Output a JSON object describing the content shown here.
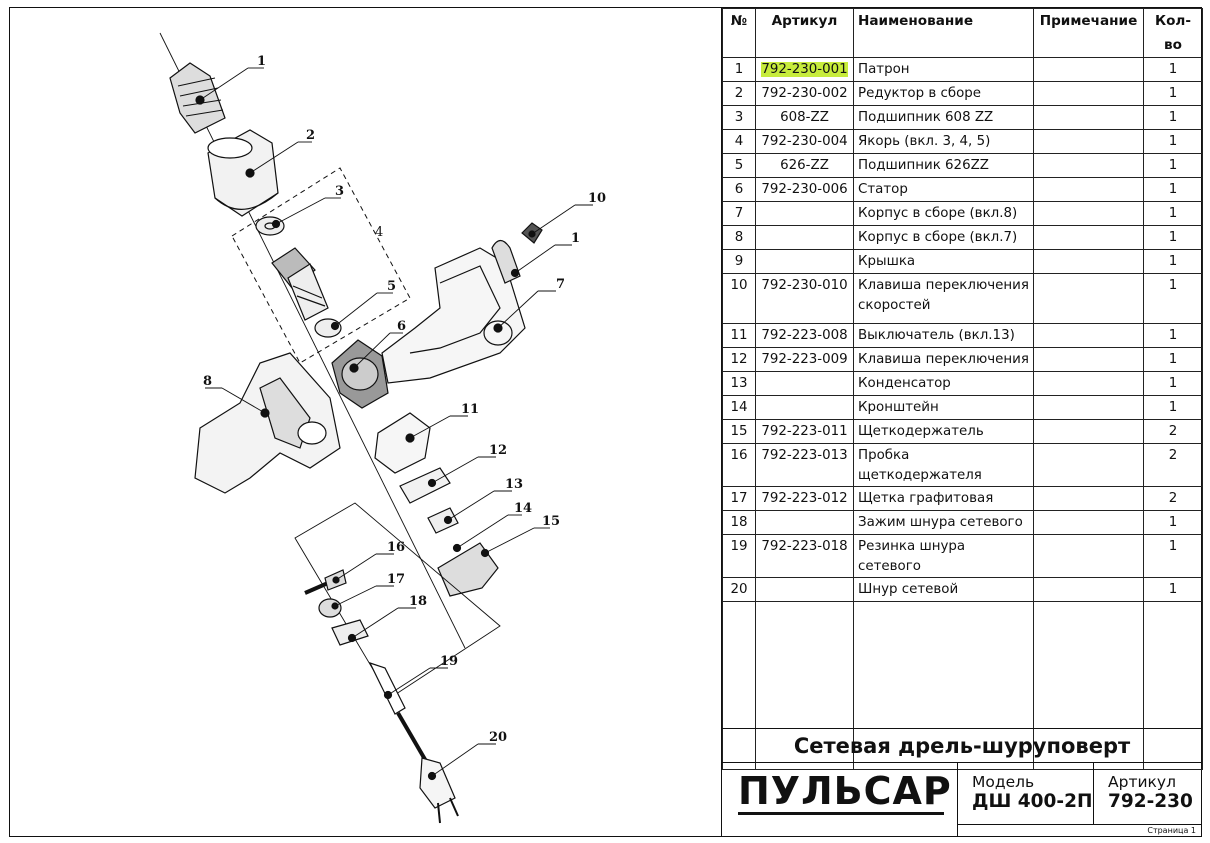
{
  "table": {
    "headers": {
      "num": "№",
      "article": "Артикул",
      "name": "Наименование",
      "note": "Примечание",
      "qty": "Кол-во"
    },
    "rows": [
      {
        "num": "1",
        "article": "792-230-001",
        "name": "Патрон",
        "note": "",
        "qty": "1"
      },
      {
        "num": "2",
        "article": "792-230-002",
        "name": "Редуктор в сборе",
        "note": "",
        "qty": "1"
      },
      {
        "num": "3",
        "article": "608-ZZ",
        "name": "Подшипник 608 ZZ",
        "note": "",
        "qty": "1"
      },
      {
        "num": "4",
        "article": "792-230-004",
        "name": "Якорь (вкл. 3, 4, 5)",
        "note": "",
        "qty": "1"
      },
      {
        "num": "5",
        "article": "626-ZZ",
        "name": "Подшипник 626ZZ",
        "note": "",
        "qty": "1"
      },
      {
        "num": "6",
        "article": "792-230-006",
        "name": "Статор",
        "note": "",
        "qty": "1"
      },
      {
        "num": "7",
        "article": "",
        "name": "Корпус в сборе (вкл.8)",
        "note": "",
        "qty": "1"
      },
      {
        "num": "8",
        "article": "",
        "name": "Корпус в сборе (вкл.7)",
        "note": "",
        "qty": "1"
      },
      {
        "num": "9",
        "article": "",
        "name": "Крышка",
        "note": "",
        "qty": "1"
      },
      {
        "num": "10",
        "article": "792-230-010",
        "name_line1": "Клавиша переключения",
        "name_line2": "скоростей",
        "note": "",
        "qty": "1"
      },
      {
        "num": "11",
        "article": "792-223-008",
        "name": "Выключатель (вкл.13)",
        "note": "",
        "qty": "1"
      },
      {
        "num": "12",
        "article": "792-223-009",
        "name": "Клавиша переключения",
        "note": "",
        "qty": "1"
      },
      {
        "num": "13",
        "article": "",
        "name": "Конденсатор",
        "note": "",
        "qty": "1"
      },
      {
        "num": "14",
        "article": "",
        "name": "Кронштейн",
        "note": "",
        "qty": "1"
      },
      {
        "num": "15",
        "article": "792-223-011",
        "name": "Щеткодержатель",
        "note": "",
        "qty": "2"
      },
      {
        "num": "16",
        "article": "792-223-013",
        "name": "Пробка щеткодержателя",
        "note": "",
        "qty": "2"
      },
      {
        "num": "17",
        "article": "792-223-012",
        "name": "Щетка графитовая",
        "note": "",
        "qty": "2"
      },
      {
        "num": "18",
        "article": "",
        "name": "Зажим шнура сетевого",
        "note": "",
        "qty": "1"
      },
      {
        "num": "19",
        "article": "792-223-018",
        "name": "Резинка шнура сетевого",
        "note": "",
        "qty": "1"
      },
      {
        "num": "20",
        "article": "",
        "name": "Шнур сетевой",
        "note": "",
        "qty": "1"
      }
    ],
    "highlight_color": "#c7ec3c"
  },
  "title_block": {
    "title": "Сетевая дрель-шуруповерт",
    "brand": "ПУЛЬСАР",
    "model_label": "Модель",
    "model_value": "ДШ 400-2П",
    "article_label": "Артикул",
    "article_value": "792-230",
    "page": "Страница 1"
  },
  "drawing": {
    "callouts": [
      "1",
      "2",
      "3",
      "4",
      "5",
      "6",
      "7",
      "8",
      "10",
      "1",
      "11",
      "12",
      "13",
      "14",
      "15",
      "16",
      "17",
      "18",
      "19",
      "20"
    ]
  }
}
